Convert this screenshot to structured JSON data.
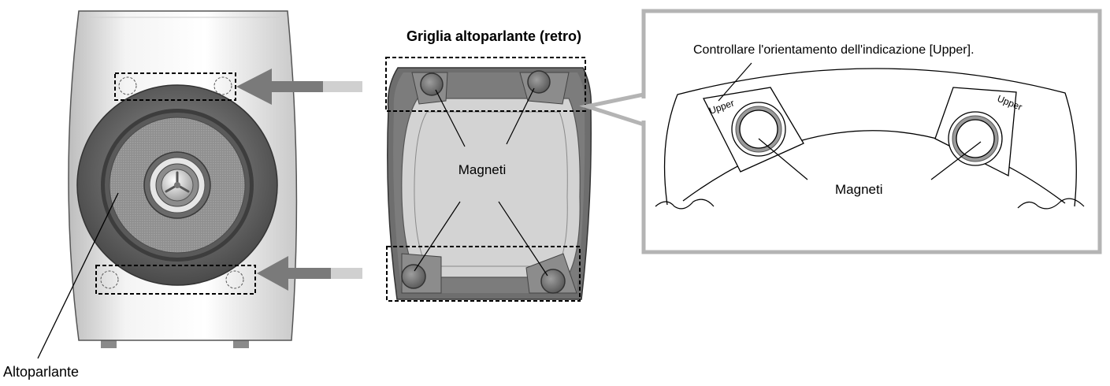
{
  "title": "Griglia altoparlante (retro)",
  "speaker_label": "Altoparlante",
  "grille_magnets_label": "Magneti",
  "detail": {
    "instruction": "Controllare l'orientamento dell'indicazione [Upper].",
    "magnets_label": "Magneti",
    "upper_mark": "Upper"
  },
  "colors": {
    "frame": "#b4b4b4",
    "grille_dark": "#6e6e6e",
    "grille_light": "#d2d2d2",
    "arrow": "#7a7a7a",
    "cabinet": "#ececec"
  }
}
